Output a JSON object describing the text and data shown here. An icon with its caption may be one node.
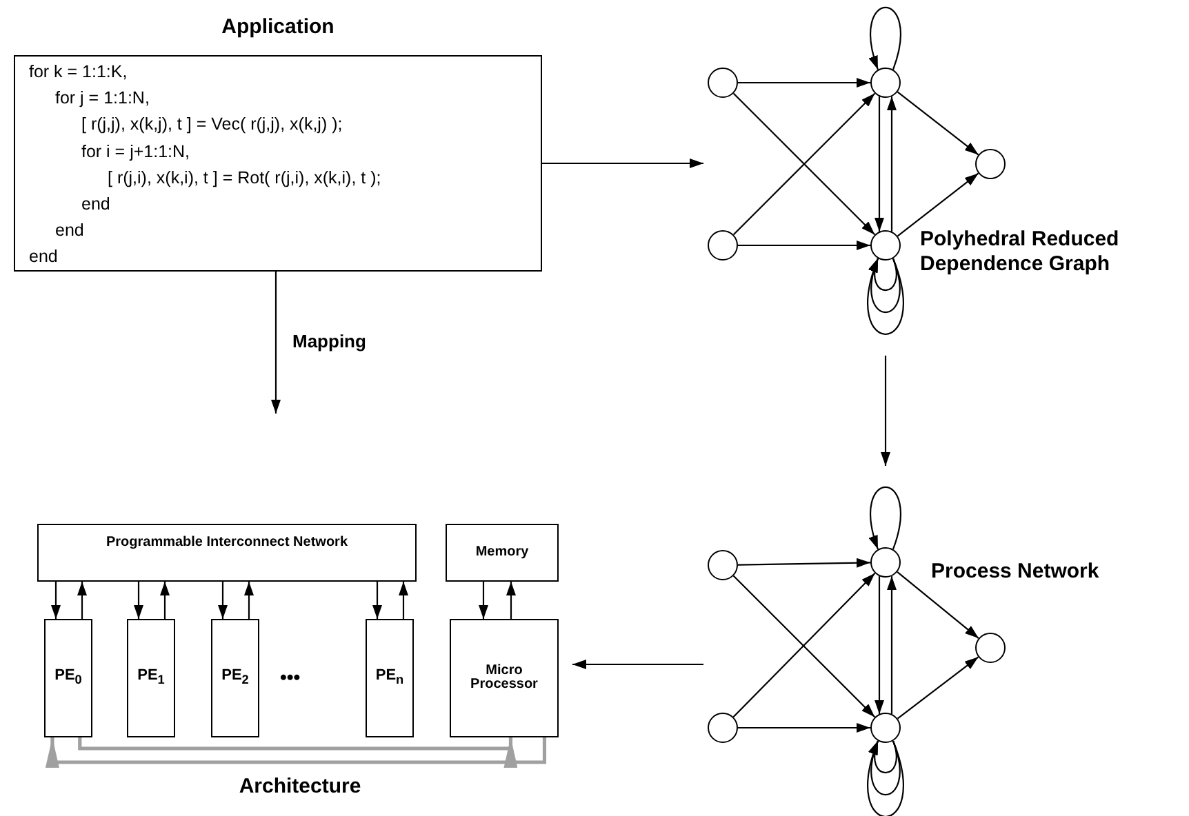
{
  "diagram": {
    "nodes": [
      {
        "text": [
          "Application",
          "for k = 1:1:K,",
          "for j = 1:1:N,",
          "[ r(j,j), x(k,j), t ] = Vec( r(j,j), x(k,j) );",
          "for i = j+1:1:N,",
          "[ r(j,i), x(k,i), t ] = Rot( r(j,i), x(k,i), t );",
          "end",
          "end",
          "end"
        ]
      },
      {
        "text": [
          "Polyhedral Reduced Dependence Graph"
        ]
      },
      {
        "text": [],
        "shape": "circle",
        "in": 1
      },
      {
        "text": [],
        "shape": "circle",
        "in": 1
      },
      {
        "text": [],
        "shape": "circle",
        "in": 1
      },
      {
        "text": [],
        "shape": "circle",
        "in": 1
      },
      {
        "text": [],
        "shape": "circle",
        "in": 1
      },
      {
        "text": [
          "Process Network"
        ]
      },
      {
        "text": [],
        "shape": "circle",
        "in": 7
      },
      {
        "text": [],
        "shape": "circle",
        "in": 7
      },
      {
        "text": [],
        "shape": "circle",
        "in": 7
      },
      {
        "text": [],
        "shape": "circle",
        "in": 7
      },
      {
        "text": [],
        "shape": "circle",
        "in": 7
      },
      {
        "text": [
          "Architecture"
        ]
      },
      {
        "text": [
          "Programmable Interconnect Network"
        ],
        "in": 13
      },
      {
        "text": [
          "Memory"
        ],
        "in": 13
      },
      {
        "text": [
          "PE$_{0}$"
        ],
        "in": 13
      },
      {
        "text": [
          "PE$_{1}$"
        ],
        "in": 13
      },
      {
        "text": [
          "PE$_{2}$"
        ],
        "in": 13
      },
      {
        "text": [
          "PE$_{n}$"
        ],
        "in": 13
      },
      {
        "text": [
          "Micro Processor"
        ],
        "in": 13
      }
    ],
    "edges": [
      {
        "from": 0,
        "to": 1,
        "arrow": "to"
      },
      {
        "from": 1,
        "to": 7,
        "arrow": "to"
      },
      {
        "from": 7,
        "to": 13,
        "arrow": "to"
      },
      {
        "from": 0,
        "to": 13,
        "arrow": "to",
        "label": "Mapping"
      },
      {
        "from": 2,
        "to": 4,
        "arrow": "to"
      },
      {
        "from": 2,
        "to": 5,
        "arrow": "to"
      },
      {
        "from": 3,
        "to": 4,
        "arrow": "to"
      },
      {
        "from": 3,
        "to": 5,
        "arrow": "to"
      },
      {
        "from": 4,
        "to": 5,
        "arrow": "to"
      },
      {
        "from": 5,
        "to": 4,
        "arrow": "to"
      },
      {
        "from": 4,
        "to": 6,
        "arrow": "to"
      },
      {
        "from": 5,
        "to": 6,
        "arrow": "to"
      },
      {
        "from": 4,
        "to": 4,
        "arrow": "to"
      },
      {
        "from": 5,
        "to": 5,
        "arrow": "to"
      },
      {
        "from": 5,
        "to": 5,
        "arrow": "to"
      },
      {
        "from": 5,
        "to": 5,
        "arrow": "to"
      },
      {
        "from": 8,
        "to": 10,
        "arrow": "to"
      },
      {
        "from": 8,
        "to": 11,
        "arrow": "to"
      },
      {
        "from": 9,
        "to": 10,
        "arrow": "to"
      },
      {
        "from": 9,
        "to": 11,
        "arrow": "to"
      },
      {
        "from": 10,
        "to": 11,
        "arrow": "to"
      },
      {
        "from": 11,
        "to": 10,
        "arrow": "to"
      },
      {
        "from": 10,
        "to": 12,
        "arrow": "to"
      },
      {
        "from": 11,
        "to": 12,
        "arrow": "to"
      },
      {
        "from": 10,
        "to": 10,
        "arrow": "to"
      },
      {
        "from": 11,
        "to": 11,
        "arrow": "to"
      },
      {
        "from": 11,
        "to": 11,
        "arrow": "to"
      },
      {
        "from": 11,
        "to": 11,
        "arrow": "to"
      },
      {
        "from": 14,
        "to": 16,
        "arrow": "to"
      },
      {
        "from": 16,
        "to": 14,
        "arrow": "to"
      },
      {
        "from": 14,
        "to": 17,
        "arrow": "to"
      },
      {
        "from": 17,
        "to": 14,
        "arrow": "to"
      },
      {
        "from": 14,
        "to": 18,
        "arrow": "to"
      },
      {
        "from": 18,
        "to": 14,
        "arrow": "to"
      },
      {
        "from": 14,
        "to": 19,
        "arrow": "to"
      },
      {
        "from": 19,
        "to": 14,
        "arrow": "to"
      },
      {
        "from": 15,
        "to": 20,
        "arrow": "to"
      },
      {
        "from": 20,
        "to": 15,
        "arrow": "to"
      },
      {
        "from": 20,
        "to": 16,
        "arrow": "to",
        "style": "thick",
        "color": "#a0a0a0"
      },
      {
        "from": 16,
        "to": 20,
        "arrow": "to",
        "style": "thick",
        "color": "#a0a0a0"
      }
    ],
    "labels": [
      "•••"
    ]
  }
}
